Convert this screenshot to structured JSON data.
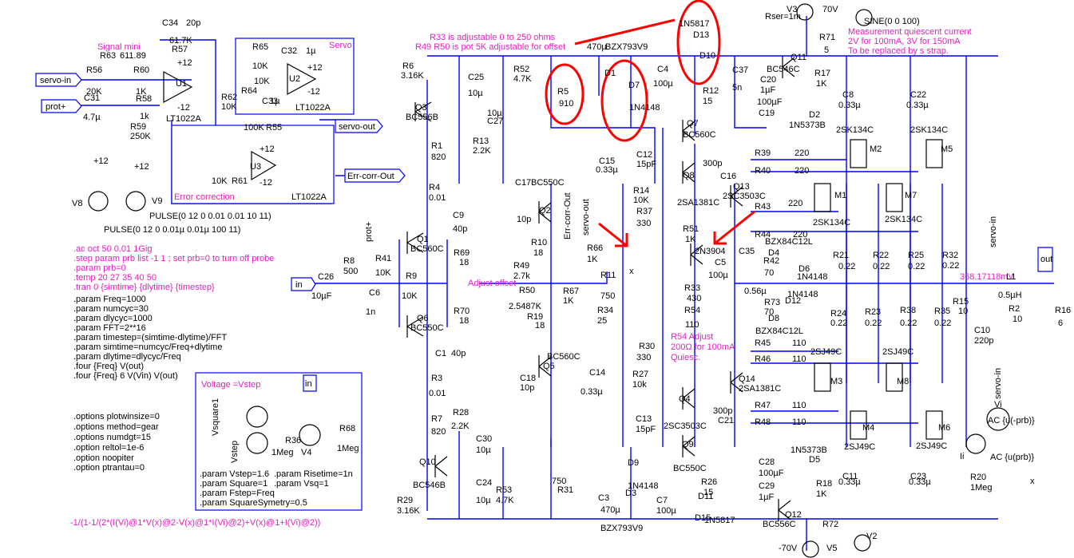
{
  "top_labels": {
    "signal_mini": "Signal mini",
    "servo_box": "Servo",
    "error_correction": "Error correction",
    "r33_note": "R33 is adjustable 0 to 250 ohms",
    "r49_note": "R49 R50 is pot 5K adjustable for offset",
    "quiescent_1": "Measurement quiescent current",
    "quiescent_2": "2V for 100mA, 3V for 150mA",
    "quiescent_3": "To be replaced by s strap.",
    "adjust_offset": "Adjust offset",
    "r54_1": "R54 Adjust",
    "r54_2": "200Ω for 100mA",
    "r54_3": "Quiesc.",
    "v3_value": "70V",
    "v2_value": "-70V",
    "rser": "Rser=1m",
    "sine": "SINE(0 0 100)",
    "pulse1": "PULSE(0 12 0 0.01 0.01 10 11)",
    "pulse2": "PULSE(0 12 0 0.01µ 0.01µ 100 11)",
    "meas_voltage": "368.17118mV",
    "voltage_box_title": "Voltage =Vstep",
    "vsquare": "Vsquare1",
    "vstep": "Vstep",
    "formula": "-1/(1-1/(2*(I(Vi)@1*V(x)@2-V(x)@1*I(Vi)@2)+V(x)@1+I(Vi)@2))",
    "ac1": "AC {u(-prb)}",
    "ac2": "AC {u(prb)}",
    "vi": "Vi",
    "ii": "Ii"
  },
  "directives": [
    ".ac oct 50 0.01 1Gig",
    ".step param prb list -1 1 ; set prb=0 to turn off probe",
    ".param prb=0",
    ".temp 20 27 35 40 50",
    ".tran 0 {simtime} {dlytime} {timestep}",
    ".param Freq=1000",
    ".param numcyc=30",
    ".param dlycyc=1000",
    ".param FFT=2**16",
    ".param timestep=(simtime-dlytime)/FFT",
    ".param simtime=numcyc/Freq+dlytime",
    ".param dlytime=dlycyc/Freq",
    ".four {Freq} V(out)",
    ".four {Freq} 6 V(Vin) V(out)",
    ".options plotwinsize=0",
    ".options method=gear",
    ".options numdgt=15",
    ".option reltol=1e-6",
    ".option noopiter",
    ".option ptrantau=0"
  ],
  "box_params": [
    ".param Vstep=1.6",
    ".param Risetime=1n",
    ".param Square=1",
    ".param Vsq=1",
    ".param Fstep=Freq",
    ".param SquareSymetry=0.5"
  ],
  "nets": {
    "servo_in": "servo-in",
    "prot": "prot+",
    "servo_out": "servo-out",
    "err_corr_out": "Err-corr-Out",
    "in": "in",
    "out": "out",
    "x": "x"
  },
  "parts": {
    "U1": "U1",
    "U1m": "LT1022A",
    "U2": "U2",
    "U2m": "LT1022A",
    "U3": "U3",
    "U3m": "LT1022A",
    "p12": "+12",
    "m12": "-12",
    "R63": "R63",
    "R63v": "611.89",
    "R56": "R56",
    "R56v": "20K",
    "R60": "R60",
    "R60v": "1K",
    "R58": "R58",
    "R58v": "1k",
    "R59": "R59",
    "R59v": "250K",
    "C31": "C31",
    "C31v": "4.7µ",
    "C34": "C34",
    "C34v": "20p",
    "R57": "R57",
    "R57v": "61.7K",
    "R62": "R62",
    "R62v": "10K",
    "R65": "R65",
    "R65v": "10K",
    "R64": "R64",
    "R64v": "10K",
    "C32": "C32",
    "C32v": "1µ",
    "C33": "C33",
    "C33v": "1µ",
    "R55": "R55",
    "R55v": "100K",
    "R61": "R61",
    "R61v": "10K",
    "V8": "V8",
    "V9": "V9",
    "R6": "R6",
    "R6v": "3.16K",
    "Q3": "Q3",
    "Q3m": "BC556B",
    "R1": "R1",
    "R1v": "820",
    "R4": "R4",
    "R4v": "0.01",
    "R52": "R52",
    "R52v": "4.7K",
    "C25": "C25",
    "C25v": "10µ",
    "C27": "C27",
    "C27v": "10µ",
    "R13": "R13",
    "R13v": "2.2K",
    "C17": "C17",
    "C17v": "10p",
    "Q2": "Q2",
    "Q2m": "BC550C",
    "C9": "C9",
    "C9v": "40p",
    "Q1": "Q1",
    "Q1m": "BC560C",
    "R41": "R41",
    "R41v": "10K",
    "R8": "R8",
    "R8v": "500",
    "C26": "C26",
    "C26v": "10µF",
    "C6": "C6",
    "C6v": "1n",
    "R9": "R9",
    "R9v": "10K",
    "Q6": "Q6",
    "Q6m": "BC550C",
    "R69": "R69",
    "R69v": "18",
    "R70": "R70",
    "R70v": "18",
    "R49": "R49",
    "R49v": "2.7k",
    "R50": "R50",
    "R50v": "2.5487K",
    "R10": "R10",
    "R10v": "18",
    "R19": "R19",
    "R19v": "18",
    "R67": "R67",
    "R67v": "1K",
    "R66": "R66",
    "R66v": "1K",
    "R11": "R11",
    "R11v": "750",
    "R34": "R34",
    "R34v": "25",
    "C1": "C1",
    "C1v": "40p",
    "R3": "R3",
    "R3v": "0.01",
    "R7": "R7",
    "R7v": "820",
    "C18": "C18",
    "C18v": "10p",
    "Q5": "Q5",
    "Q5m": "BC560C",
    "R28": "R28",
    "R28v": "2.2K",
    "C30": "C30",
    "C30v": "10µ",
    "C24": "C24",
    "C24v": "10µ",
    "R53": "R53",
    "R53v": "4.7K",
    "R31": "R31",
    "R31v": "750",
    "Q10": "Q10",
    "Q10m": "BC546B",
    "R29": "R29",
    "R29v": "3.16K",
    "R5": "R5",
    "R5v": "910",
    "D1": "D1",
    "D7": "D7",
    "D7m": "1N4148",
    "C4": "C4",
    "C4v": "100µ",
    "c470": "470µ",
    "bzx": "BZX793V9",
    "D13": "D13",
    "D13m": "1N5817",
    "D10": "D10",
    "R12": "R12",
    "R12v": "15",
    "C37": "C37",
    "C37v": "5n",
    "Q7": "Q7",
    "Q7m": "BC560C",
    "C12": "C12",
    "C12v": "15pF",
    "C15": "C15",
    "C15v": "0.33µ",
    "R14": "R14",
    "R14v": "10K",
    "R37": "R37",
    "R37v": "330",
    "Q8": "Q8",
    "Q8m": "2SA1381C",
    "C16": "C16",
    "C16v": "300p",
    "Q13": "Q13",
    "Q13m": "2SC3503C",
    "R51": "R51",
    "R51v": "1K",
    "Q2n": "2N3904",
    "C5": "C5",
    "C5v": "100µ",
    "C35": "C35",
    "C35v": "0.56µ",
    "R33": "R33",
    "R33v": "430",
    "R54": "R54",
    "R54v": "110",
    "R42": "R42",
    "R42v": "70",
    "R73": "R73",
    "R73v": "70",
    "D4": "D4",
    "D4m": "BZX84C12L",
    "D6": "D6",
    "D6m": "1N4148",
    "D12": "D12",
    "D12m": "1N4148",
    "D8": "D8",
    "D8m": "BZX84C12L",
    "R30": "R30",
    "R30v": "330",
    "C14": "C14",
    "C14v": "0.33µ",
    "R27": "R27",
    "R27v": "10k",
    "Q4": "Q4",
    "C13": "C13",
    "C13v": "15pF",
    "Q4m": "2SC3503C",
    "Q9": "Q9",
    "Q9m": "BC550C",
    "Q14": "Q14",
    "Q14m": "2SA1381C",
    "C21": "C21",
    "C21v": "300p",
    "D9": "D9",
    "D9m": "1N4148",
    "D3": "D3",
    "C3": "C3",
    "C3v": "470µ",
    "C7": "C7",
    "C7v": "100µ",
    "bzx2": "BZX793V9",
    "R26": "R26",
    "R26v": "15",
    "D11": "D11",
    "D11m": "1N5817",
    "D15": "D15",
    "V3": "V3",
    "R71": "R71",
    "R71v": "5",
    "Q11": "Q11",
    "Q11m": "BC546C",
    "C20": "C20",
    "C20v": "1µF",
    "C19": "C19",
    "C19v": "100µF",
    "R17": "R17",
    "R17v": "1K",
    "D2": "D2",
    "D2m": "1N5373B",
    "C8": "C8",
    "C8v": "0.33µ",
    "C22": "C22",
    "C22v": "0.33µ",
    "M2": "M2",
    "M5": "M5",
    "M1": "M1",
    "M7": "M7",
    "Nm": "2SK134C",
    "R39": "R39",
    "R39v": "220",
    "R40": "R40",
    "R40v": "220",
    "R43": "R43",
    "R43v": "220",
    "R44": "R44",
    "R44v": "220",
    "R21": "R21",
    "R22": "R22",
    "R25": "R25",
    "R32": "R32",
    "R24": "R24",
    "R23": "R23",
    "R38": "R38",
    "R35": "R35",
    "R022": "0.22",
    "R45": "R45",
    "R46": "R46",
    "R47": "R47",
    "R48": "R48",
    "R110": "110",
    "M3": "M3",
    "M8": "M8",
    "M4": "M4",
    "M6": "M6",
    "Pm": "2SJ49C",
    "C28": "C28",
    "C28v": "100µF",
    "C29": "C29",
    "C29v": "1µF",
    "D5": "D5",
    "D5m": "1N5373B",
    "R18": "R18",
    "R18v": "1K",
    "Q12": "Q12",
    "Q12m": "BC556C",
    "C11": "C11",
    "C11v": "0.33µ",
    "C23": "C23",
    "C23v": "0.33µ",
    "R72": "R72",
    "V2": "V2",
    "V5": "V5",
    "R15": "R15",
    "R15v": "10",
    "C10": "C10",
    "C10v": "220p",
    "L1": "L1",
    "L1v": "0.5µH",
    "R2": "R2",
    "R2v": "10",
    "R16": "R16",
    "R16v": "6",
    "R36": "R36",
    "R36v": "1Meg",
    "R68": "R68",
    "R68v": "1Meg",
    "V4": "V4",
    "R20": "R20",
    "R20v": "1Meg"
  }
}
